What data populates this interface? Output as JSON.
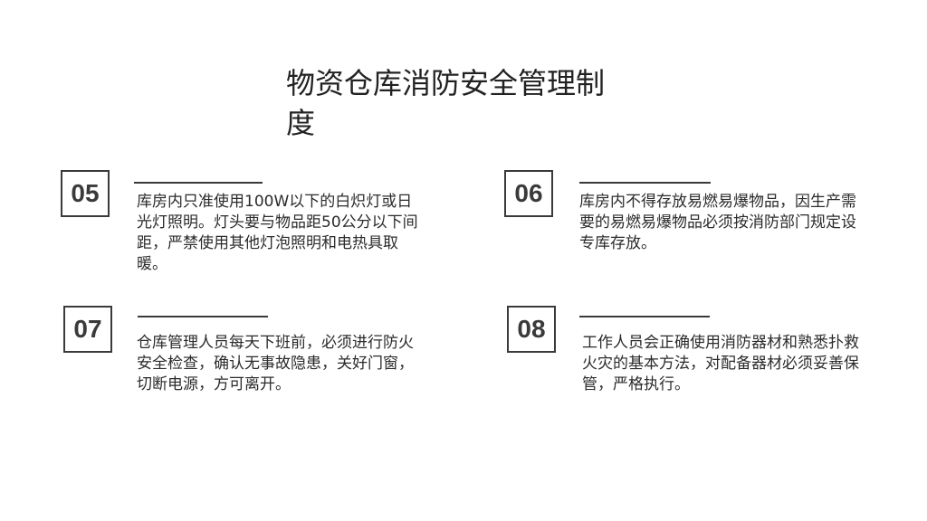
{
  "title": "物资仓库消防安全管理制度",
  "items": [
    {
      "number": "05",
      "text": "库房内只准使用100W以下的白炽灯或日光灯照明。灯头要与物品距50公分以下间距，严禁使用其他灯泡照明和电热具取暖。"
    },
    {
      "number": "06",
      "text": "库房内不得存放易燃易爆物品，因生产需要的易燃易爆物品必须按消防部门规定设专库存放。"
    },
    {
      "number": "07",
      "text": "仓库管理人员每天下班前，必须进行防火安全检查，确认无事故隐患，关好门窗，切断电源，方可离开。"
    },
    {
      "number": "08",
      "text": "工作人员会正确使用消防器材和熟悉扑救火灾的基本方法，对配备器材必须妥善保管，严格执行。"
    }
  ]
}
